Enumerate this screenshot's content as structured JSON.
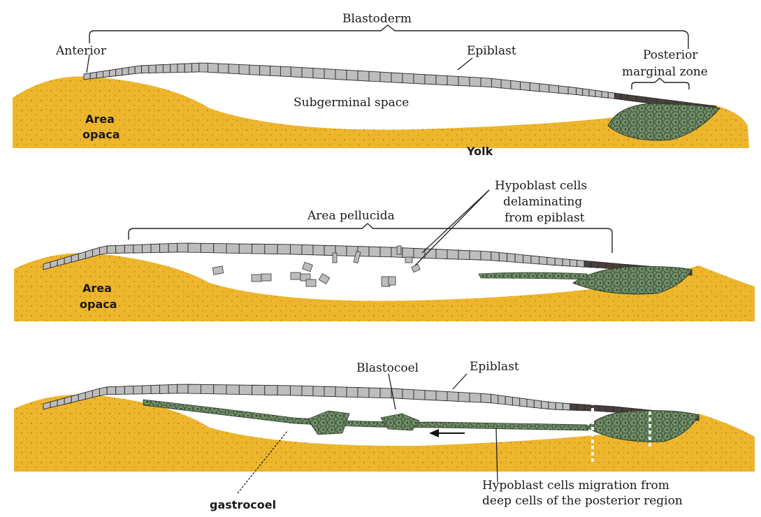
{
  "panel1": {
    "blastoderm": "Blastoderm",
    "anterior": "Anterior",
    "epiblast": "Epiblast",
    "posterior_line1": "Posterior",
    "posterior_line2": "marginal zone",
    "subgerminal": "Subgerminal space",
    "area_opaca_line1": "Area",
    "area_opaca_line2": "opaca",
    "yolk": "Yolk"
  },
  "panel2": {
    "hypoblast_line1": "Hypoblast cells",
    "hypoblast_line2": "delaminating",
    "hypoblast_line3": "from epiblast",
    "area_pellucida": "Area pellucida",
    "area_opaca_line1": "Area",
    "area_opaca_line2": "opaca"
  },
  "panel3": {
    "blastocoel": "Blastocoel",
    "epiblast": "Epiblast",
    "migration_line1": "Hypoblast cells migration from",
    "migration_line2": "deep cells of the posterior region",
    "gastrocoel": "gastrocoel"
  },
  "colors": {
    "yolk": "#EDB62C",
    "epiblast": "#BDBDBD",
    "posterior": "#4A3F3D",
    "hypoblast": "#6F8D66"
  }
}
